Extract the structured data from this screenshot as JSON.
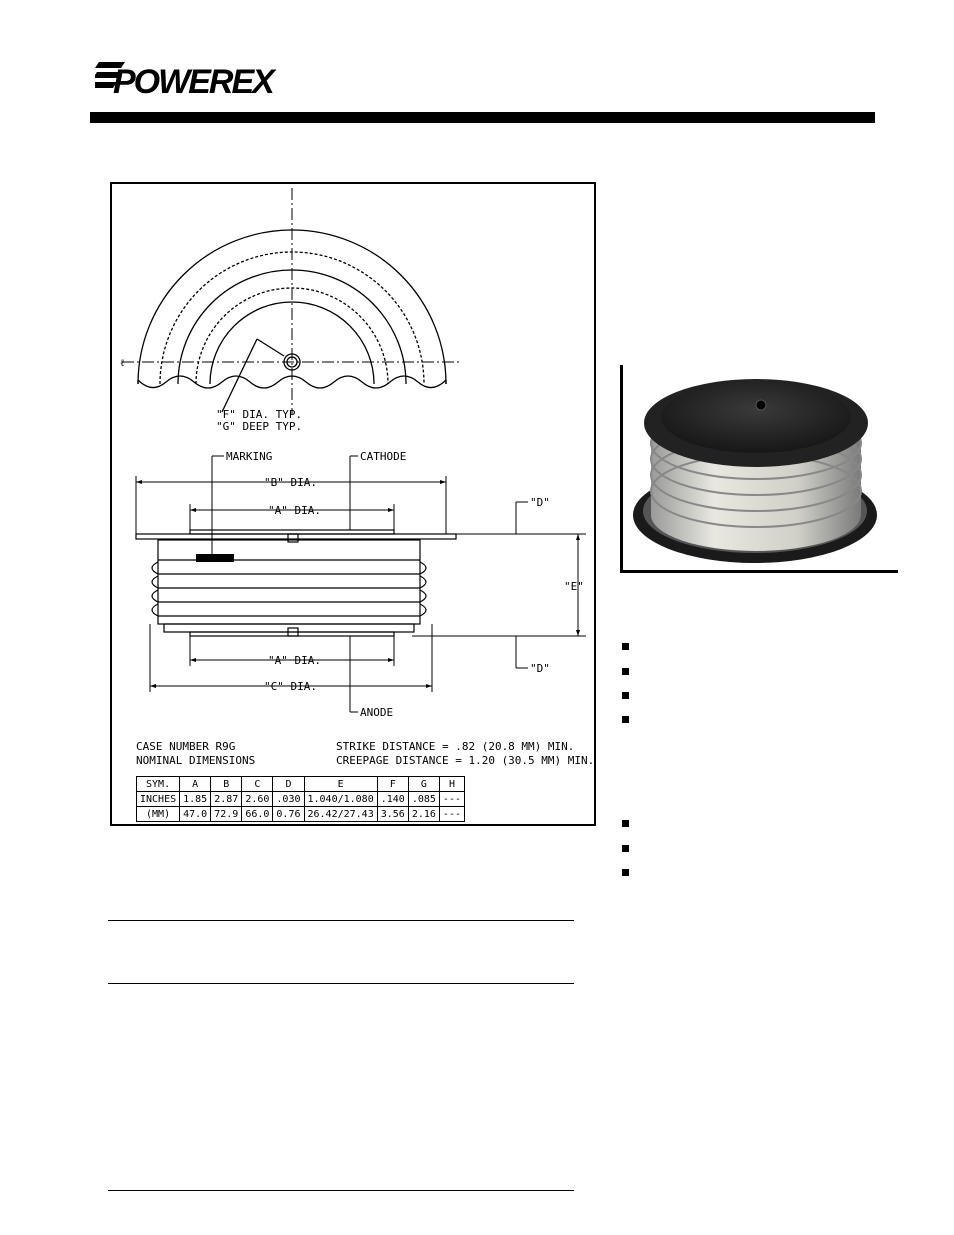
{
  "brand": {
    "logo_text": "POWEREX"
  },
  "drawing": {
    "callouts": {
      "f_dia": "\"F\" DIA. TYP.",
      "g_deep": "\"G\" DEEP TYP.",
      "marking": "MARKING",
      "cathode": "CATHODE",
      "b_dia": "\"B\" DIA.",
      "a_dia_top": "\"A\" DIA.",
      "a_dia_bottom": "\"A\" DIA.",
      "c_dia": "\"C\" DIA.",
      "anode": "ANODE",
      "d_top": "\"D\"",
      "d_bottom": "\"D\"",
      "e": "\"E\""
    },
    "case_number": "CASE NUMBER R9G",
    "nominal": "NOMINAL DIMENSIONS",
    "strike": "STRIKE DISTANCE = .82 (20.8 MM) MIN.",
    "creepage": "CREEPAGE DISTANCE = 1.20 (30.5 MM) MIN.",
    "table": {
      "header": [
        "SYM.",
        "A",
        "B",
        "C",
        "D",
        "E",
        "F",
        "G",
        "H"
      ],
      "rows": [
        [
          "INCHES",
          "1.85",
          "2.87",
          "2.60",
          ".030",
          "1.040/1.080",
          ".140",
          ".085",
          "---"
        ],
        [
          "(MM)",
          "47.0",
          "72.9",
          "66.0",
          "0.76",
          "26.42/27.43",
          "3.56",
          "2.16",
          "---"
        ]
      ]
    }
  },
  "photo": {
    "alt": "press-pack device photo"
  },
  "colors": {
    "ink": "#000000",
    "paper": "#ffffff"
  }
}
